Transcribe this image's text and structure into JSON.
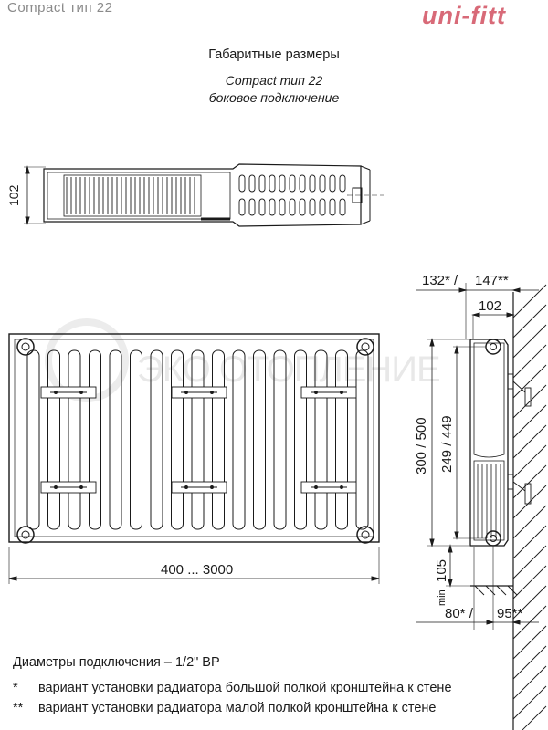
{
  "header": {
    "model": "Compact тип 22",
    "brand": "uni-fitt"
  },
  "titles": {
    "main": "Габаритные размеры",
    "model": "Compact тип 22",
    "connection": "боковое подключение"
  },
  "dimensions": {
    "top_view_depth": "102",
    "length_range": "400 ... 3000",
    "height_range": "300 / 500",
    "axis_distance": "249 / 449",
    "wall_offset_top": "132* /",
    "wall_offset_top_alt": "147**",
    "side_depth": "102",
    "floor_min": "105",
    "floor_min_label": "min",
    "wall_offset_bottom": "80* /",
    "wall_offset_bottom_alt": "95**"
  },
  "watermark": "ЭКО ОТОПЛЕНИЕ",
  "notes": {
    "connection_diameter": "Диаметры подключения – 1/2\" ВР",
    "footnotes": [
      {
        "mark": "*",
        "text": "вариант установки радиатора большой полкой кронштейна к стене"
      },
      {
        "mark": "**",
        "text": "вариант установки радиатора малой полкой кронштейна к стене"
      }
    ]
  }
}
